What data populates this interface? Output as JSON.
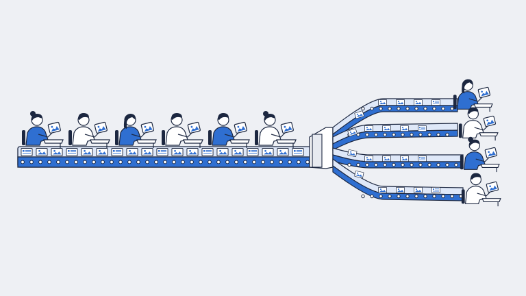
{
  "scene": {
    "colors": {
      "background": "#eef0f4",
      "accent_blue": "#2f6fd1",
      "belt_light": "#dfe8f8",
      "outline": "#1c2740",
      "shirt_white": "#ffffff",
      "skin": "#ffffff"
    },
    "icons": {
      "card_image": "image-icon",
      "card_text": "text-lines-icon"
    },
    "upstream_workers": [
      {
        "id": "worker-1",
        "shirt": "blue",
        "hair": "bun"
      },
      {
        "id": "worker-2",
        "shirt": "white",
        "hair": "short"
      },
      {
        "id": "worker-3",
        "shirt": "blue",
        "hair": "long"
      },
      {
        "id": "worker-4",
        "shirt": "white",
        "hair": "short"
      },
      {
        "id": "worker-5",
        "shirt": "blue",
        "hair": "short"
      },
      {
        "id": "worker-6",
        "shirt": "white",
        "hair": "bun"
      }
    ],
    "downstream_workers": [
      {
        "id": "branch-worker-1",
        "shirt": "blue",
        "hair": "long"
      },
      {
        "id": "branch-worker-2",
        "shirt": "white",
        "hair": "short"
      },
      {
        "id": "branch-worker-3",
        "shirt": "blue",
        "hair": "bun"
      },
      {
        "id": "branch-worker-4",
        "shirt": "white",
        "hair": "short"
      }
    ],
    "branch_count": 4
  }
}
